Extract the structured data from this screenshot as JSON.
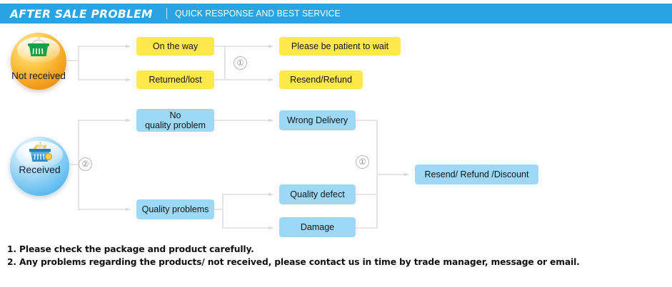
{
  "header": {
    "title": "AFTER SALE PROBLEM",
    "divider": "|",
    "subtitle": "QUICK RESPONSE AND BEST SERVICE",
    "bg_color": "#29a3e3",
    "text_color": "#ffffff"
  },
  "colors": {
    "yellow_box": "#ffe84a",
    "blue_box": "#9ed8f7",
    "connector": "#dcdcdc",
    "orange_circle": "#f5a623",
    "blue_circle": "#55b8ef"
  },
  "nodes": {
    "not_received": {
      "label": "Not\nreceived",
      "icon": "shopping-basket-icon",
      "icon_color": "#18a04a"
    },
    "received": {
      "label": "Received",
      "icon": "shopping-basket-filled-icon",
      "icon_color": "#1a6fb5"
    }
  },
  "boxes": {
    "on_the_way": "On the way",
    "returned_lost": "Returned/lost",
    "please_wait": "Please be patient to wait",
    "resend_refund": "Resend/Refund",
    "no_quality_problem": "No\nquality problem",
    "quality_problems": "Quality problems",
    "wrong_delivery": "Wrong Delivery",
    "quality_defect": "Quality defect",
    "damage": "Damage",
    "resend_refund_discount": "Resend/ Refund /Discount"
  },
  "badges": {
    "top_one": "①",
    "received_two": "②",
    "bottom_one": "①"
  },
  "footer": {
    "note1": "1. Please check the package and product carefully.",
    "note2": "2. Any problems regarding the products/ not received, please contact us in time by trade manager, message or email."
  }
}
